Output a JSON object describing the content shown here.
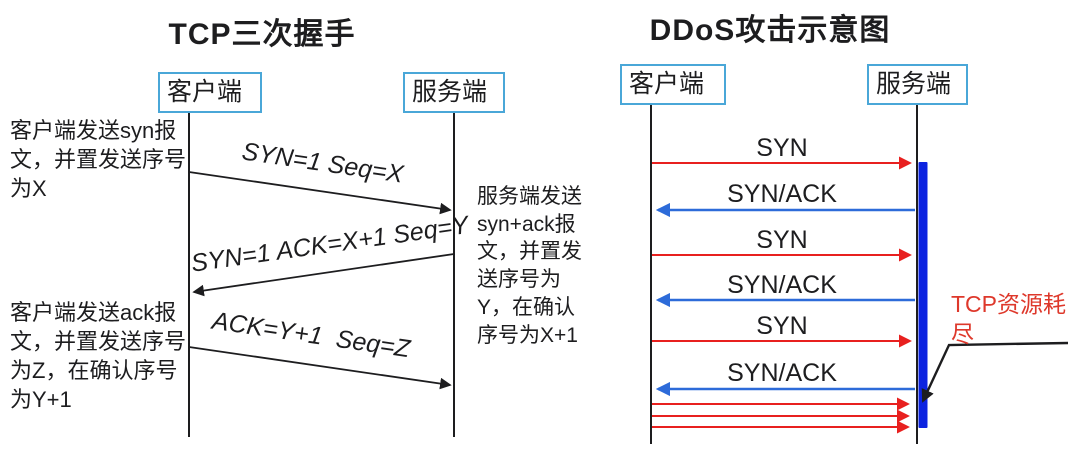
{
  "left_diagram": {
    "title": "TCP三次握手",
    "client_label": "客户端",
    "server_label": "服务端",
    "messages": [
      "SYN=1 Seq=X",
      "SYN=1 ACK=X+1 Seq=Y",
      "ACK=Y+1  Seq=Z"
    ],
    "note_client_syn": {
      "lines": [
        "客户端发送syn报",
        "文，并置发送序号",
        "为X"
      ]
    },
    "note_server_synack": {
      "lines": [
        "服务端发送",
        "syn+ack报",
        "文，并置发",
        "送序号为",
        "Y，在确认",
        "序号为X+1"
      ]
    },
    "note_client_ack": {
      "lines": [
        "客户端发送ack报",
        "文，并置发送序号",
        "为Z，在确认序号",
        "为Y+1"
      ]
    }
  },
  "right_diagram": {
    "title": "DDoS攻击示意图",
    "client_label": "客户端",
    "server_label": "服务端",
    "messages": [
      "SYN",
      "SYN/ACK",
      "SYN",
      "SYN/ACK",
      "SYN",
      "SYN/ACK"
    ],
    "exhaust_note": {
      "lines": [
        "TCP资源耗",
        "尽"
      ]
    }
  },
  "colors": {
    "ink": "#1d1d1f",
    "box-border": "#4aa7d8",
    "attack-red": "#e8201f",
    "reply-blue": "#2d6bd9",
    "resource-bar": "#0c23e0",
    "warning-red": "#de382b"
  }
}
